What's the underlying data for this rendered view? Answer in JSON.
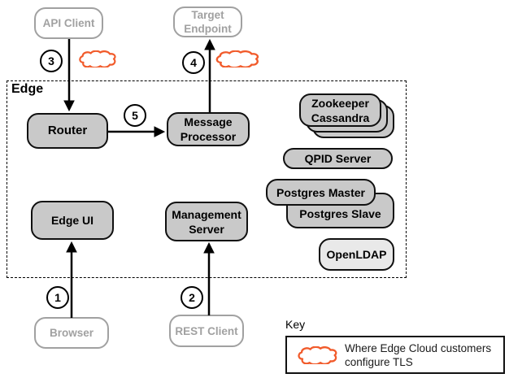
{
  "diagram": {
    "edge_label": "Edge",
    "nodes": {
      "api_client": "API Client",
      "target_endpoint": "Target Endpoint",
      "browser": "Browser",
      "rest_client": "REST Client",
      "router": "Router",
      "message_processor": "Message Processor",
      "edge_ui": "Edge UI",
      "management_server": "Management Server",
      "zookeeper": "Zookeeper",
      "cassandra": "Cassandra",
      "qpid_server": "QPID Server",
      "postgres_master": "Postgres Master",
      "postgres_slave": "Postgres Slave",
      "openldap": "OpenLDAP"
    },
    "steps": {
      "s1": "1",
      "s2": "2",
      "s3": "3",
      "s4": "4",
      "s5": "5"
    },
    "key": {
      "title": "Key",
      "description": "Where Edge Cloud customers configure TLS"
    },
    "colors": {
      "node_fill": "#C9C9C9",
      "node_fill_light": "#E9E9E9",
      "node_border": "#101010",
      "external_gray": "#A1A1A1",
      "tls_cloud_orange": "#F15B2B"
    }
  }
}
